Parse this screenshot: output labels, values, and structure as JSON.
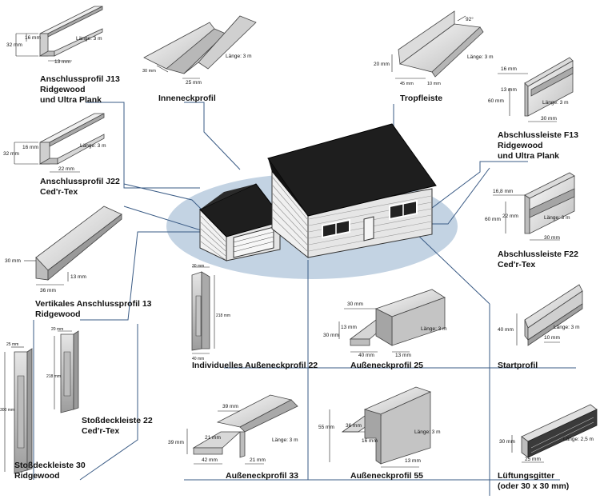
{
  "labels": {
    "j13": [
      "Anschlussprofil J13",
      "Ridgewood",
      "und Ultra Plank"
    ],
    "j22": [
      "Anschlussprofil J22",
      "Ced'r-Tex"
    ],
    "vertical13": [
      "Vertikales Anschlussprofil 13",
      "Ridgewood"
    ],
    "stoss30": [
      "Stoßdeckleiste 30",
      "Ridgewood"
    ],
    "stoss22": [
      "Stoßdeckleiste 22",
      "Ced'r-Tex"
    ],
    "inneneck": [
      "Inneneckprofil"
    ],
    "tropf": [
      "Tropfleiste"
    ],
    "f13": [
      "Abschlussleiste F13",
      "Ridgewood",
      "und Ultra Plank"
    ],
    "f22": [
      "Abschlussleiste F22",
      "Ced'r-Tex"
    ],
    "start": [
      "Startprofil"
    ],
    "lueft": [
      "Lüftungsgitter",
      "(oder 30 x 30 mm)"
    ],
    "indiv": [
      "Individuelles Außeneckprofil 22"
    ],
    "ae25": [
      "Außeneckprofil 25"
    ],
    "ae33": [
      "Außeneckprofil 33"
    ],
    "ae55": [
      "Außeneckprofil 55"
    ]
  },
  "dims": {
    "j13": [
      "16 mm",
      "32 mm",
      "13 mm",
      "Länge: 3 m"
    ],
    "j22": [
      "16 mm",
      "32 mm",
      "22 mm",
      "Länge: 3 m"
    ],
    "vertical13": [
      "30 mm",
      "13 mm",
      "36 mm"
    ],
    "stoss30": [
      "25 mm",
      "300 mm"
    ],
    "stoss22": [
      "20 mm",
      "218 mm"
    ],
    "inneneck": [
      "Länge: 3 m",
      "30 mm",
      "25 mm"
    ],
    "tropf": [
      "92°",
      "Länge: 3 m",
      "20 mm",
      "45 mm",
      "10 mm"
    ],
    "f13": [
      "16 mm",
      "13 mm",
      "60 mm",
      "Länge: 3 m",
      "30 mm"
    ],
    "f22": [
      "16,8 mm",
      "22 mm",
      "60 mm",
      "Länge: 3 m",
      "30 mm"
    ],
    "start": [
      "40 mm",
      "Länge: 3 m",
      "10 mm"
    ],
    "lueft": [
      "30 mm",
      "Länge: 2,5 m",
      "25 mm"
    ],
    "indiv": [
      "30 mm",
      "218 mm",
      "40 mm"
    ],
    "ae25": [
      "30 mm",
      "13 mm",
      "30 mm",
      "Länge: 3 m",
      "40 mm",
      "13 mm"
    ],
    "ae33": [
      "39 mm",
      "21 mm",
      "39 mm",
      "Länge: 3 m",
      "42 mm",
      "21 mm"
    ],
    "ae55": [
      "36 mm",
      "55 mm",
      "16 mm",
      "Länge: 3 m",
      "13 mm"
    ]
  },
  "colors": {
    "ellipse": "#c3d3e3",
    "leader": "#3a5b85",
    "roof": "#1e1e1e",
    "metal_light": "#f0f0f0",
    "metal_mid": "#cfcfcf",
    "metal_dark": "#9a9a9a"
  }
}
